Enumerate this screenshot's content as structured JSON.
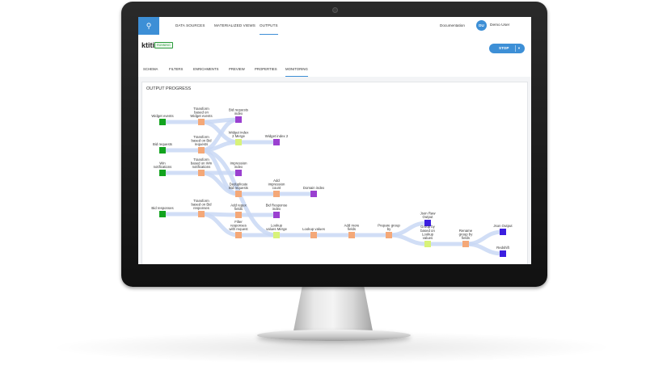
{
  "nav": {
    "logo_icon": "lightbulb-icon",
    "tabs": [
      {
        "label": "DATA SOURCES",
        "active": false
      },
      {
        "label": "MATERIALIZED VIEWS",
        "active": false
      },
      {
        "label": "OUTPUTS",
        "active": true
      }
    ],
    "docs": "Documentation",
    "avatar_initials": "DU",
    "user_name": "Demo User"
  },
  "page": {
    "title": "ktiti",
    "status": "RUNNING",
    "stop_label": "STOP"
  },
  "subtabs": [
    {
      "label": "SCHEMA",
      "active": false
    },
    {
      "label": "FILTERS",
      "active": false
    },
    {
      "label": "ENRICHMENTS",
      "active": false
    },
    {
      "label": "PREVIEW",
      "active": false
    },
    {
      "label": "PROPERTIES",
      "active": false
    },
    {
      "label": "MONITORING",
      "active": true
    }
  ],
  "panel": {
    "title": "OUTPUT PROGRESS"
  },
  "colors": {
    "accent": "#3d8fd6",
    "source": "#12a31e",
    "transform": "#f4a878",
    "output": "#9a40d0",
    "final": "#3b1ee0",
    "highlight": "#d8f27a",
    "flow": "#c9d8f5"
  },
  "graph": {
    "nodes": [
      {
        "id": "widget_events",
        "label": [
          "Widget events"
        ],
        "kind": "source"
      },
      {
        "id": "bid_requests_src",
        "label": [
          "Bid requests"
        ],
        "kind": "source"
      },
      {
        "id": "win_notifications",
        "label": [
          "Win",
          "notifications"
        ],
        "kind": "source"
      },
      {
        "id": "bid_responses_src",
        "label": [
          "Bid responses"
        ],
        "kind": "source"
      },
      {
        "id": "t_widget",
        "label": [
          "Transform",
          "based on",
          "Widget events"
        ],
        "kind": "transform"
      },
      {
        "id": "t_bid",
        "label": [
          "Transform",
          "based on Bid",
          "requests"
        ],
        "kind": "transform"
      },
      {
        "id": "t_win",
        "label": [
          "Transform",
          "based on Win",
          "notifications"
        ],
        "kind": "transform"
      },
      {
        "id": "t_bidresp",
        "label": [
          "Transform",
          "based on Bid",
          "responses"
        ],
        "kind": "transform"
      },
      {
        "id": "bid_requests_index",
        "label": [
          "Bid requests",
          "index"
        ],
        "kind": "output"
      },
      {
        "id": "widget_merge",
        "label": [
          "Widget index",
          "2 Merge"
        ],
        "kind": "highlight"
      },
      {
        "id": "widget_index2",
        "label": [
          "Widget index 2"
        ],
        "kind": "output"
      },
      {
        "id": "impression_index",
        "label": [
          "Impression",
          "index"
        ],
        "kind": "output"
      },
      {
        "id": "dedup",
        "label": [
          "Deduplicate",
          "Bid requests"
        ],
        "kind": "transform"
      },
      {
        "id": "add_impr",
        "label": [
          "Add",
          "impression",
          "count"
        ],
        "kind": "transform"
      },
      {
        "id": "domain_index",
        "label": [
          "Domain index"
        ],
        "kind": "output"
      },
      {
        "id": "add_regex",
        "label": [
          "Add regex",
          "fields"
        ],
        "kind": "transform"
      },
      {
        "id": "bid_resp_index",
        "label": [
          "Bid Response",
          "index"
        ],
        "kind": "output"
      },
      {
        "id": "filter_resp",
        "label": [
          "Filter",
          "responses",
          "with request"
        ],
        "kind": "transform"
      },
      {
        "id": "lookup_merge",
        "label": [
          "Lookup",
          "values Merge"
        ],
        "kind": "highlight"
      },
      {
        "id": "lookup_values",
        "label": [
          "Lookup values"
        ],
        "kind": "transform"
      },
      {
        "id": "add_more",
        "label": [
          "Add more",
          "fields"
        ],
        "kind": "transform"
      },
      {
        "id": "prepare_group",
        "label": [
          "Prepare group",
          "by"
        ],
        "kind": "transform"
      },
      {
        "id": "json_raw",
        "label": [
          "Json Raw",
          "Output"
        ],
        "kind": "final"
      },
      {
        "id": "group_lookup",
        "label": [
          "Group by",
          "based on",
          "Lookup",
          "values"
        ],
        "kind": "highlight"
      },
      {
        "id": "rename_group",
        "label": [
          "Rename",
          "group by",
          "fields"
        ],
        "kind": "transform"
      },
      {
        "id": "json_output",
        "label": [
          "Json Output"
        ],
        "kind": "final"
      },
      {
        "id": "redshift",
        "label": [
          "Redshift"
        ],
        "kind": "final"
      }
    ]
  }
}
